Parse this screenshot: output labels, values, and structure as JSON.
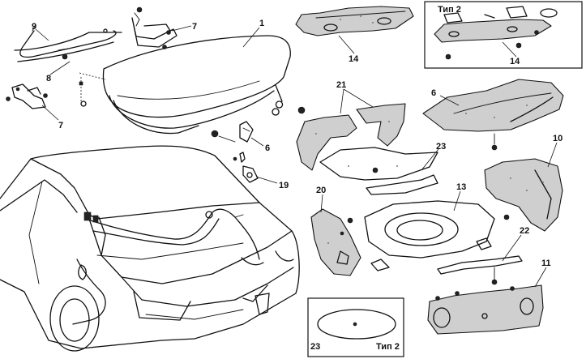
{
  "labels": {
    "p1": "1",
    "p6a": "6",
    "p6b": "6",
    "p7a": "7",
    "p7b": "7",
    "p8": "8",
    "p9": "9",
    "p10": "10",
    "p11": "11",
    "p13": "13",
    "p14a": "14",
    "p14b": "14",
    "p19": "19",
    "p20": "20",
    "p21": "21",
    "p22": "22",
    "p23a": "23",
    "p23b": "23"
  },
  "insets": {
    "type2_top": "Тип 2",
    "type2_bottom": "Тип 2"
  }
}
